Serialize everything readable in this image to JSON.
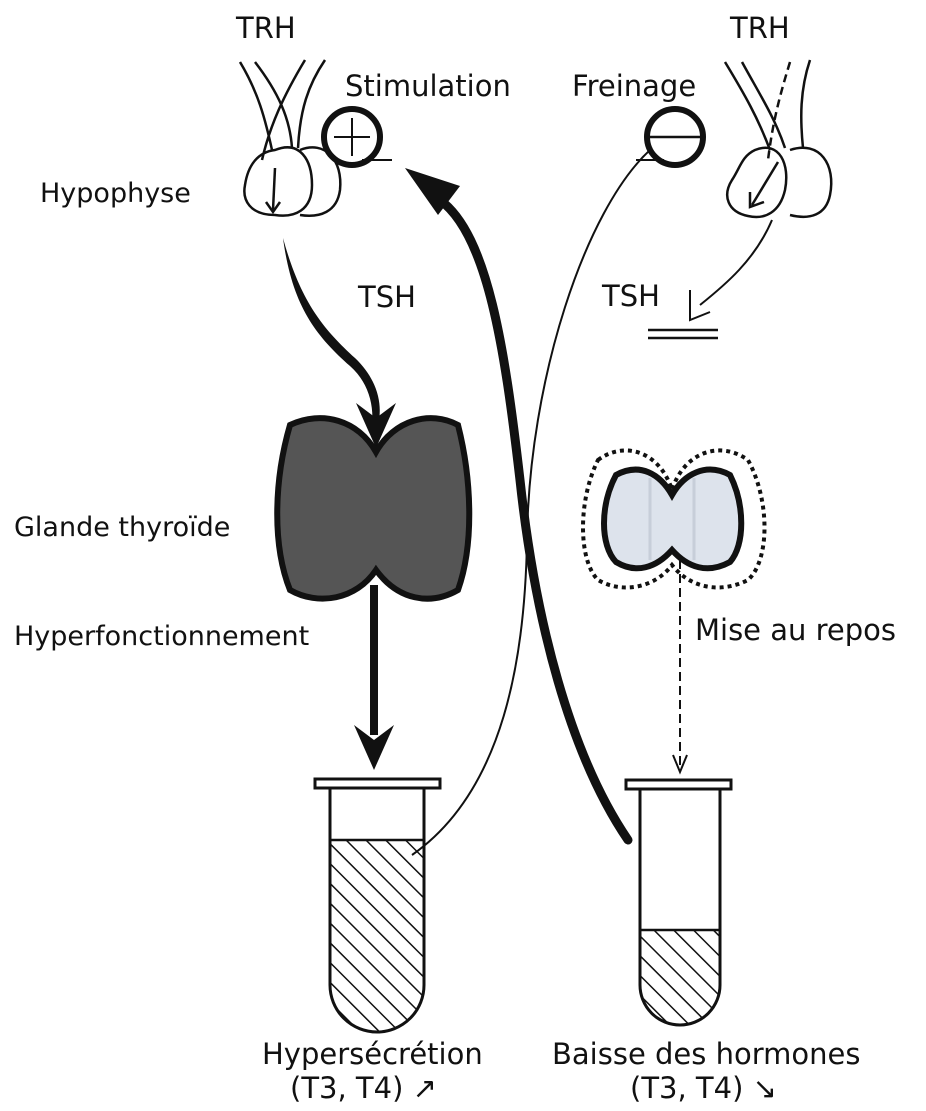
{
  "left": {
    "trh": "TRH",
    "stimulation": "Stimulation",
    "hypophyse": "Hypophyse",
    "tsh": "TSH",
    "glande": "Glande thyroïde",
    "hyperfonctionnement": "Hyperfonctionnement",
    "hypersecretion": "Hypersécrétion",
    "hormones": "(T3, T4)",
    "trend_arrow": "↗"
  },
  "right": {
    "trh": "TRH",
    "freinage": "Freinage",
    "tsh": "TSH",
    "mise_au_repos": "Mise au repos",
    "baisse": "Baisse des hormones",
    "hormones": "(T3, T4)",
    "trend_arrow": "↘"
  },
  "colors": {
    "ink": "#111111",
    "gland_active": "#555555",
    "gland_rest": "#dde3ec"
  }
}
